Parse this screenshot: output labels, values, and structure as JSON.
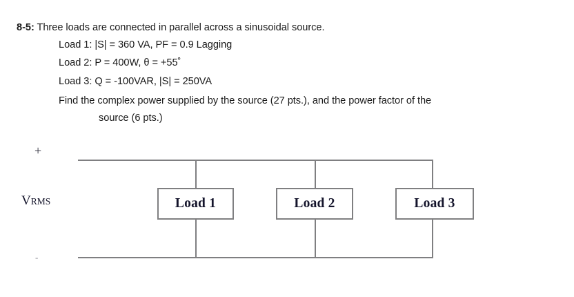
{
  "problem": {
    "number": "8-5:",
    "statement": " Three loads are connected in parallel across a sinusoidal source.",
    "lines": [
      "Load 1: |S| = 360 VA, PF = 0.9 Lagging",
      "Load 2: P = 400W, θ = +55˚",
      "Load 3: Q = -100VAR, |S| = 250VA",
      "Find the complex power supplied by the source (27 pts.), and the power factor of the",
      "source (6 pts.)"
    ]
  },
  "circuit": {
    "source": {
      "plus": "+",
      "minus": "-",
      "label_main": "V",
      "label_sub": "RMS"
    },
    "loads": [
      {
        "label": "Load 1"
      },
      {
        "label": "Load 2"
      },
      {
        "label": "Load 3"
      }
    ],
    "colors": {
      "wire": "#7f7f81",
      "box_border": "#7f7f81",
      "box_fill": "#ffffff",
      "text": "#1a1a1a",
      "box_text": "#14142b"
    }
  }
}
